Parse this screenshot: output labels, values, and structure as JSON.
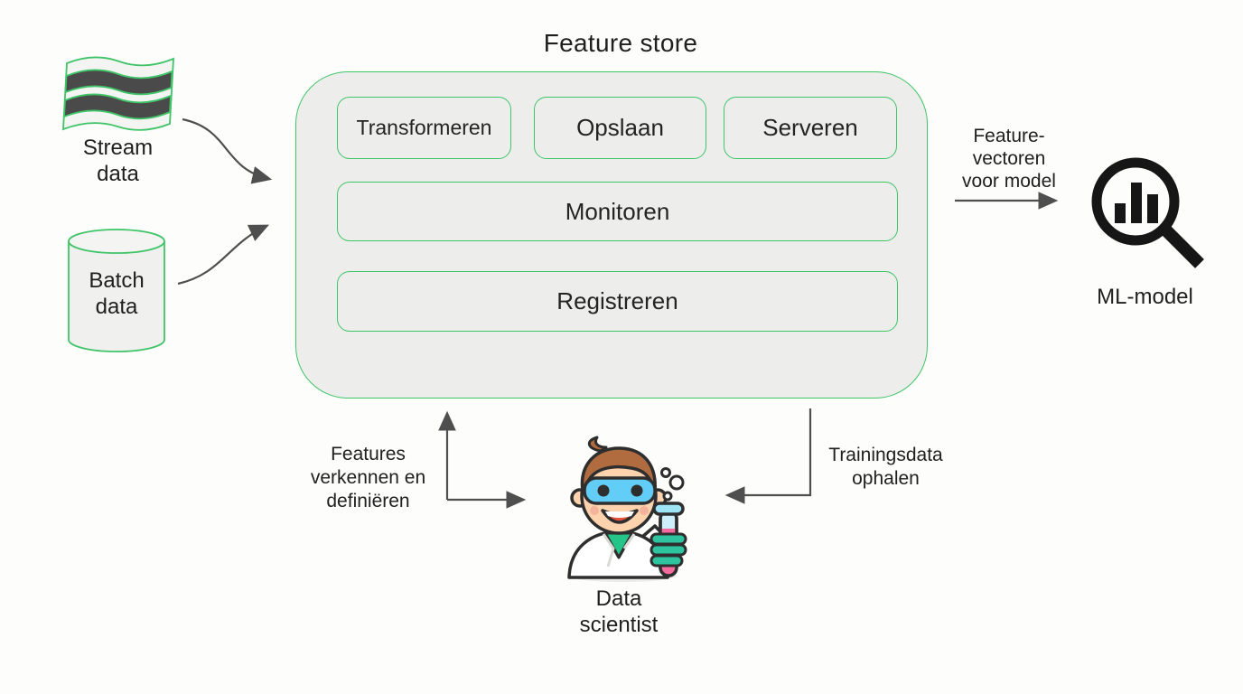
{
  "colors": {
    "bg": "#fdfdfc",
    "accent_green": "#3fc468",
    "box_fill": "#ededeb",
    "arrow_gray": "#4f4f4f",
    "text_dark": "#1f1f1f",
    "icon_black": "#161616",
    "stripe_gray": "#4a4a4a"
  },
  "diagram": {
    "title": "Feature store",
    "store_boxes_row1": [
      "Transformeren",
      "Opslaan",
      "Serveren"
    ],
    "store_boxes_wide": [
      "Monitoren",
      "Registreren"
    ],
    "stream_label_lines": [
      "Stream",
      "data"
    ],
    "batch_label_lines": [
      "Batch",
      "data"
    ],
    "feature_vectors_lines": [
      "Feature-",
      "vectoren",
      "voor model"
    ],
    "ml_model_label": "ML-model",
    "explore_lines": [
      "Features",
      "verkennen en",
      "definiëren"
    ],
    "training_lines": [
      "Trainingsdata",
      "ophalen"
    ],
    "scientist_lines": [
      "Data",
      "scientist"
    ],
    "icons": {
      "stream": "wavy-flag-icon",
      "batch": "database-cylinder-icon",
      "ml_model": "magnifier-bar-chart-icon",
      "scientist": "data-scientist-illustration"
    }
  }
}
